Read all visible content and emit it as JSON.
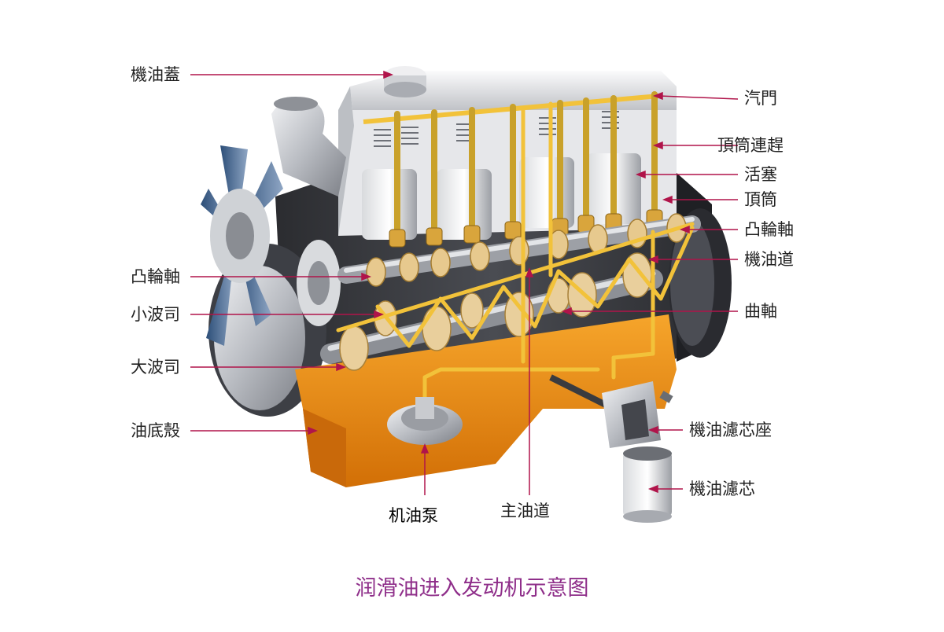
{
  "colors": {
    "leader": "#b0144a",
    "oil": "#f2c23a",
    "sump": "#e8860e",
    "caption": "#8f2f8a",
    "metal": "#b9bcc2",
    "block": "#3a3b3f"
  },
  "labels": {
    "oil_cap": "機油蓋",
    "valve": "汽門",
    "pushrod": "頂筒連趕",
    "piston": "活塞",
    "tappet": "頂筒",
    "camshaft_right": "凸輪軸",
    "oil_gallery": "機油道",
    "camshaft_left": "凸輪軸",
    "small_bushing": "小波司",
    "crankshaft": "曲軸",
    "large_bushing": "大波司",
    "oil_pan": "油底殼",
    "filter_base": "機油濾芯座",
    "oil_filter": "機油濾芯",
    "oil_pump": "机油泵",
    "main_gallery": "主油道"
  },
  "caption": "润滑油进入发动机示意图"
}
